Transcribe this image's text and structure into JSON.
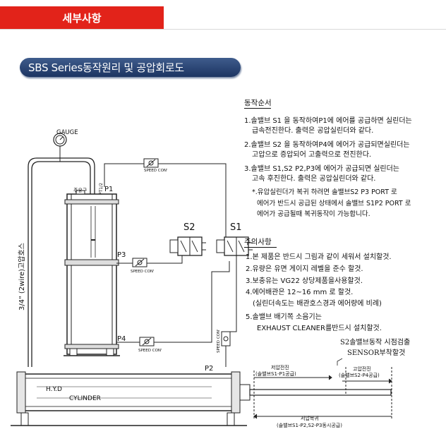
{
  "header": {
    "tab_label": "세부사항"
  },
  "title": "SBS Series동작원리 및 공압회로도",
  "diagram_labels": {
    "gauge": "GAUGE",
    "speed_con_top": "SPEED CON'",
    "speed_con_p3": "SPEED CON'",
    "speed_con_p4": "SPEED CON'",
    "speed_con_right": "SPEED CON'",
    "port_p1": "P1",
    "port_p3": "P3",
    "port_p4": "P4",
    "port_p2": "P2",
    "valve_s2": "S2",
    "valve_s1": "S1",
    "oil_supply": "주유구",
    "pt": "PT1/2",
    "hose": "3/4\" (2wire)고압호스",
    "cylinder_line1": "H.Y.D",
    "cylinder_line2": "CYLINDER",
    "sensor_line1": "S2솔밸브동작 시점검출",
    "sensor_line2": "SENSOR부착할것",
    "fast_advance": "저압전진",
    "fast_advance_sub": "(솔밸브S1-P1공급)",
    "high_advance": "고압전진",
    "high_advance_sub": "(솔밸브S2-P4공급)",
    "low_return": "저압복귀",
    "low_return_sub": "(솔밸브S1-P2,S2-P3동시공급)"
  },
  "operations": {
    "title": "동작순서",
    "lines": [
      "1.솔밸브 S1 을 동작하여P1에 에어를 공급하면 실린더는",
      "급속전진한다. 출력은 공압실린더와 같다.",
      "2.솔밸브 S2 을 동작하여P4에 에어가 공급되면실린더는",
      "고압으로 증압되어 고출력으로 전진한다.",
      "3.솔밸브 S1,S2 P2,P3에 에어가 공급되면 실린더는",
      "고속 후진한다. 출력은 공압실린더와 같다.",
      "*.유압실린더가 복귀 하려면 솔밸브S2 P3 PORT 로",
      "에어가 반드시 공급된 상태에서 솔밸브 S1P2 PORT 로",
      "에어가 공급될때 복귀동작이 가능합니다."
    ]
  },
  "notes": {
    "title": "주의사항",
    "lines": [
      "1.본 제품은 반드시 그림과 같이 세워서 설치할것.",
      "2.유량은 유면 게이지 레벨을 준수 할것.",
      "3.보충유는     VG22  상당제품을사용할것.",
      "4.에어배관은 12~16 mm  로 할것.",
      "(실린더속도는 배관호스경과 에어량에 비례)",
      "5.솔밸브 배기쪽 소음기는",
      "EXHAUST CLEANER를반드시 설치할것."
    ]
  }
}
